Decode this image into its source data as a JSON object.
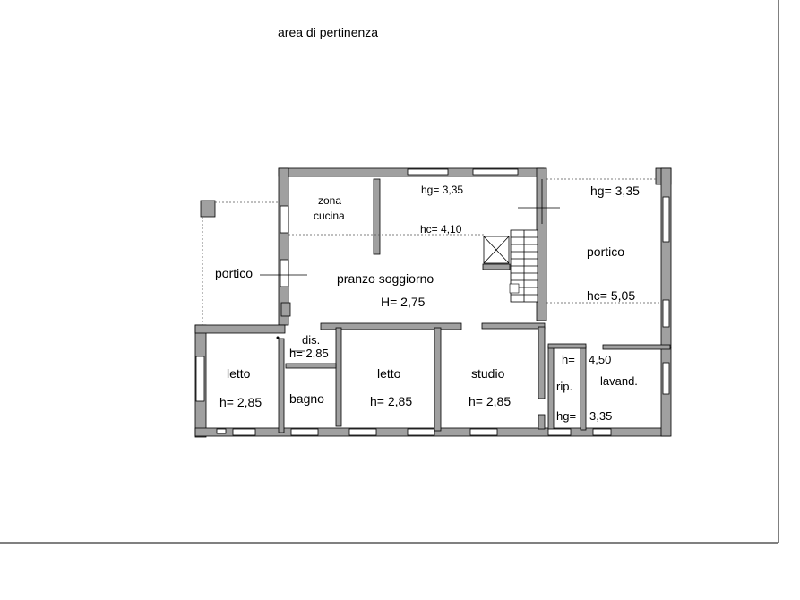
{
  "plan": {
    "area": "area di pertinenza",
    "rooms": {
      "zona": "zona",
      "cucina": "cucina",
      "hg_kitchen": "hg= 3,35",
      "hc_main": "hc= 4,10",
      "portico_right": "portico",
      "hg_portico_right": "hg= 3,35",
      "hc_portico_right": "hc= 5,05",
      "portico_left": "portico",
      "pranzo": "pranzo soggiorno",
      "h_pranzo": "H= 2,75",
      "dis": "dis.",
      "h_dis": "h= 2,85",
      "letto1": "letto",
      "h_letto1": "h= 2,85",
      "bagno": "bagno",
      "letto2": "letto",
      "h_letto2": "h= 2,85",
      "studio": "studio",
      "h_studio": "h= 2,85",
      "h_rip": "h=",
      "rip": "rip.",
      "hg_rip": "hg=",
      "h_lavand": "4,50",
      "lavand": "lavand.",
      "hg_lavand": "3,35"
    }
  }
}
